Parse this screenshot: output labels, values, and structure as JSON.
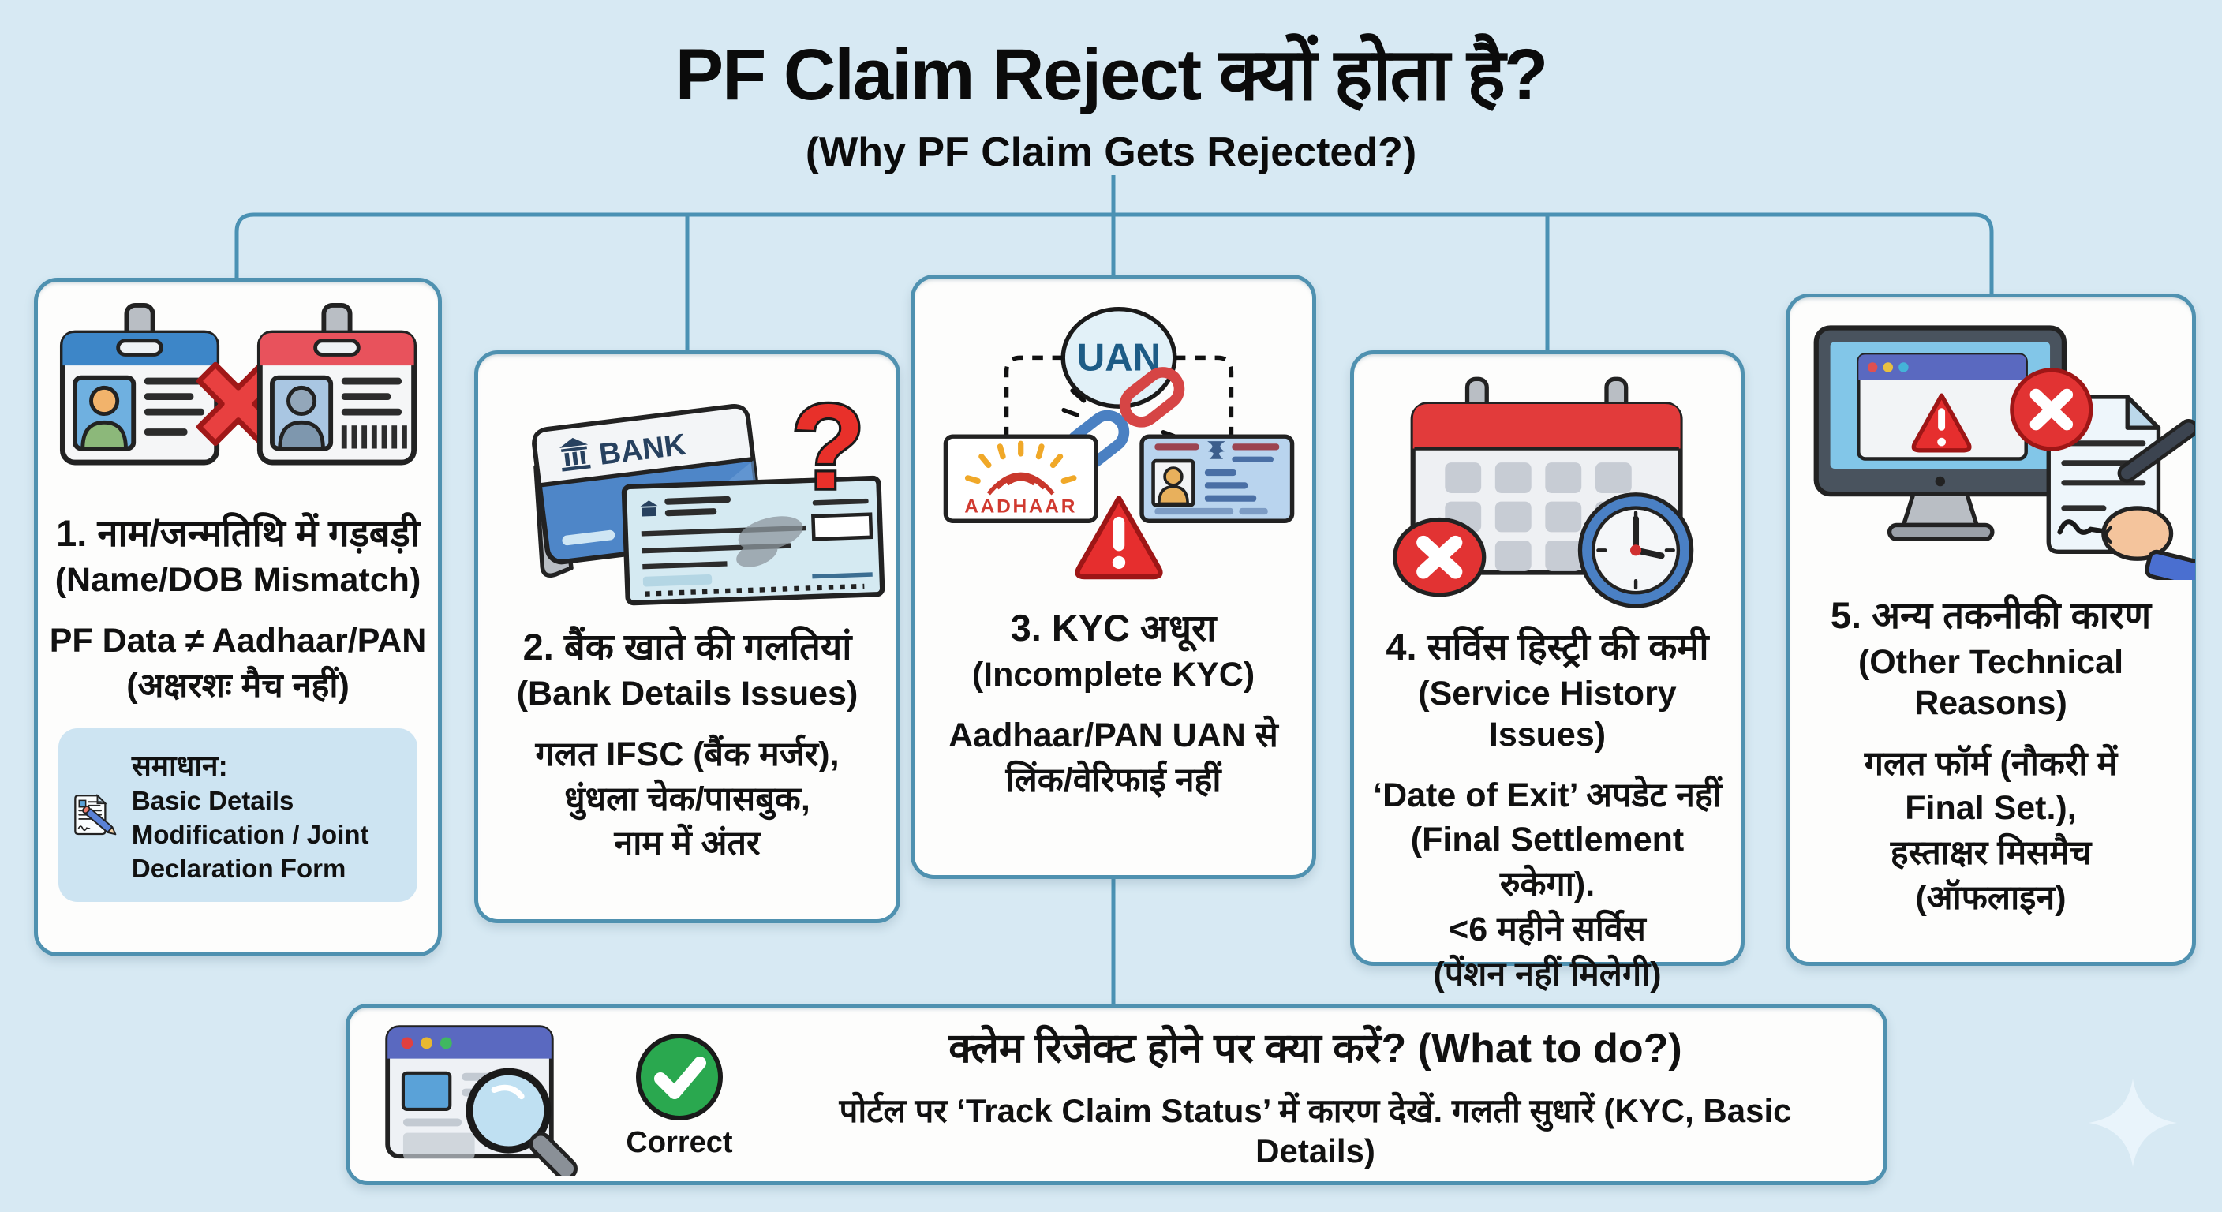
{
  "page": {
    "background": "#d7e9f3",
    "connector_color": "#4a91b3",
    "card_border_color": "#4f91b0",
    "solution_box_color": "#cde4f2",
    "error_red": "#e23333",
    "success_green": "#2aa84f"
  },
  "header": {
    "title": "PF Claim Reject क्यों होता है?",
    "subtitle": "(Why PF Claim Gets Rejected?)"
  },
  "cards": [
    {
      "icon": "id-badges-mismatch-icon",
      "heading": "1. नाम/जन्मतिथि में गड़बड़ी",
      "subheading": "(Name/DOB Mismatch)",
      "lines": [
        "PF Data ≠ Aadhaar/PAN",
        "(अक्षरशः मैच नहीं)"
      ],
      "solution_label": "समाधान:",
      "solution_text": "Basic Details Modification / Joint Declaration Form"
    },
    {
      "icon": "bank-card-cheque-icon",
      "heading": "2. बैंक खाते की गलतियां",
      "subheading": "(Bank Details Issues)",
      "lines": [
        "गलत IFSC (बैंक मर्जर),",
        "धुंधला चेक/पासबुक,",
        "नाम में अंतर"
      ],
      "icon_labels": {
        "bank": "BANK",
        "question": "?"
      }
    },
    {
      "icon": "uan-link-broken-icon",
      "heading": "3. KYC अधूरा",
      "subheading": "(Incomplete KYC)",
      "lines": [
        "Aadhaar/PAN UAN से",
        "लिंक/वेरिफाई नहीं"
      ],
      "icon_labels": {
        "uan": "UAN",
        "aadhaar": "AADHAAR"
      }
    },
    {
      "icon": "calendar-clock-error-icon",
      "heading": "4. सर्विस हिस्ट्री की कमी",
      "subheading": "(Service History Issues)",
      "lines": [
        "‘Date of Exit’ अपडेट नहीं",
        "(Final Settlement रुकेगा).",
        "<6 महीने सर्विस",
        "(पेंशन नहीं मिलेगी)"
      ]
    },
    {
      "icon": "monitor-error-signature-icon",
      "heading": "5. अन्य तकनीकी कारण",
      "subheading": "(Other Technical Reasons)",
      "lines": [
        "गलत फॉर्म (नौकरी में",
        "Final Set.),",
        "हस्ताक्षर मिसमैच",
        "(ऑफलाइन)"
      ]
    }
  ],
  "footer": {
    "heading": "क्लेम रिजेक्ट होने पर क्या करें? (What to do?)",
    "body": "पोर्टल पर ‘Track Claim Status’ में कारण देखें. गलती सुधारें (KYC, Basic Details)",
    "check_label": "Correct",
    "icons": [
      "browser-search-icon",
      "check-circle-icon"
    ]
  }
}
